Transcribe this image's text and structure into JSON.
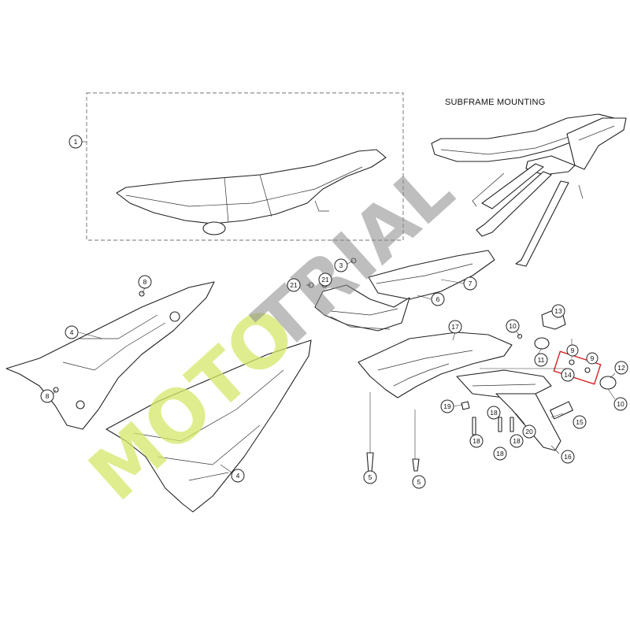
{
  "heading": "SUBFRAME MOUNTING",
  "watermark": {
    "part1": "MOTO",
    "part2": "TRIAL"
  },
  "highlight_color": "#d62020",
  "callouts": {
    "c1": "1",
    "c3": "3",
    "c4a": "4",
    "c4b": "4",
    "c5a": "5",
    "c5b": "5",
    "c6": "6",
    "c7": "7",
    "c8a": "8",
    "c8b": "8",
    "c9a": "9",
    "c9b": "9",
    "c10a": "10",
    "c10b": "10",
    "c11": "11",
    "c12": "12",
    "c13": "13",
    "c14": "14",
    "c15": "15",
    "c16": "16",
    "c17": "17",
    "c18a": "18",
    "c18b": "18",
    "c18c": "18",
    "c18d": "18",
    "c19": "19",
    "c20": "20",
    "c21a": "21",
    "c21b": "21"
  }
}
